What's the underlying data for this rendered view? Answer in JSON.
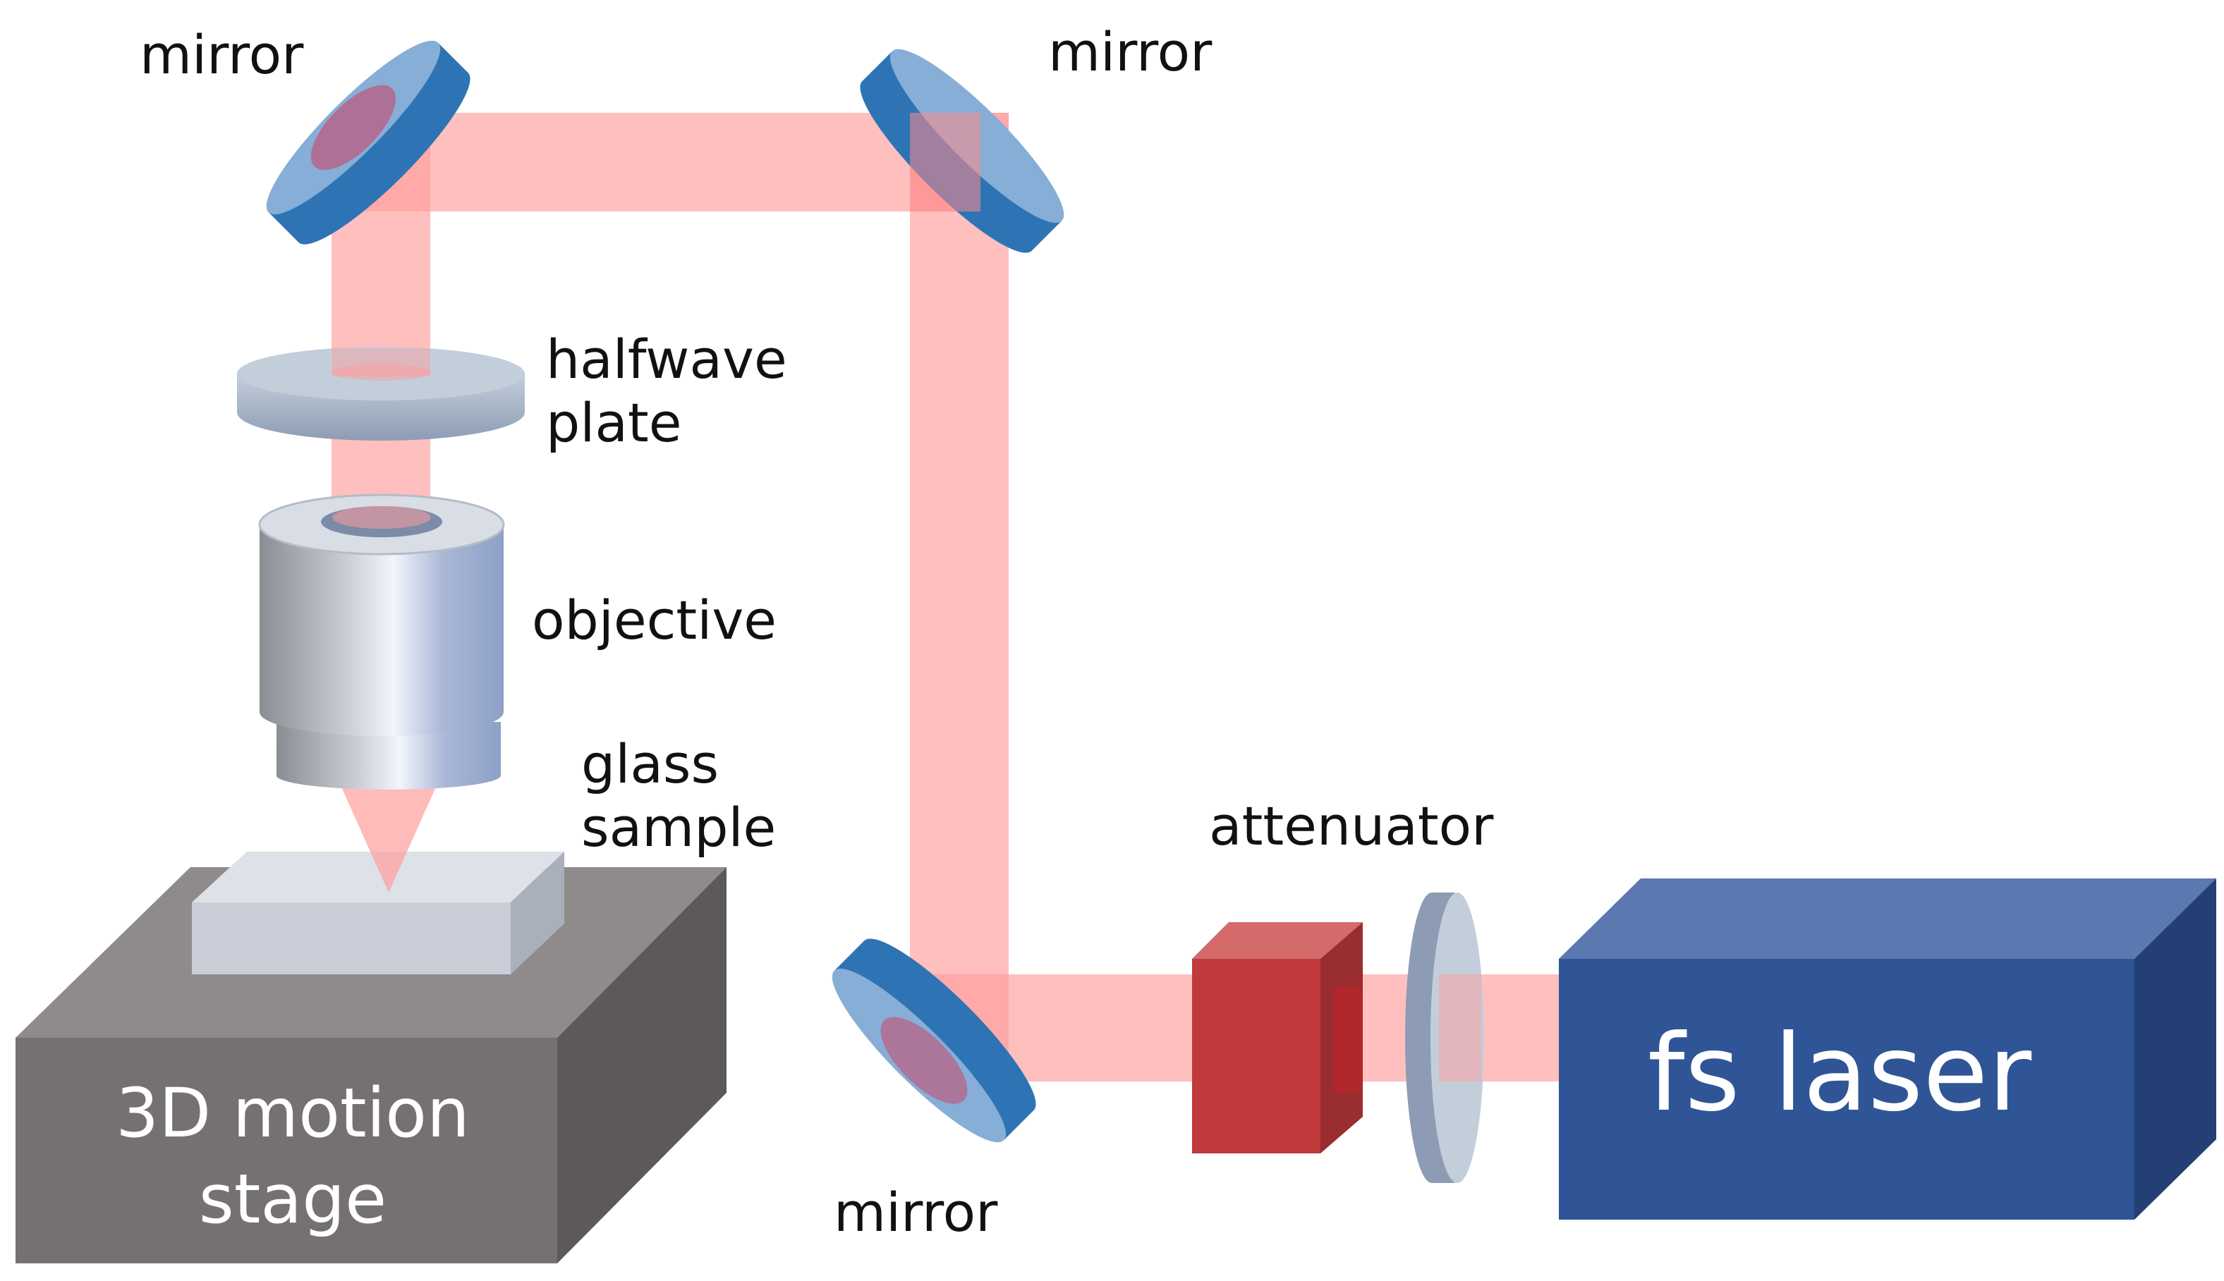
{
  "labels": {
    "mirror_top_left": "mirror",
    "mirror_top_right": "mirror",
    "mirror_bottom": "mirror",
    "halfwave_line1": "halfwave",
    "halfwave_line2": "plate",
    "objective": "objective",
    "glass_line1": "glass",
    "glass_line2": "sample",
    "attenuator": "attenuator",
    "laser": "fs laser",
    "stage_line1": "3D motion",
    "stage_line2": "stage"
  },
  "colors": {
    "beam": "#ff9c9c",
    "mirror_dark": "#2e74b5",
    "mirror_light": "#86aed6",
    "laser_front": "#2f5597",
    "laser_top": "#5b79b0",
    "laser_side": "#243f75",
    "attenuator_front": "#c0393b",
    "attenuator_top": "#d46a6a",
    "attenuator_side": "#992d2f",
    "stage_front": "#767171",
    "stage_top": "#8f8b8a",
    "stage_side": "#5d5958",
    "plate": "#a6b4c8",
    "glass": "#c9ced8"
  }
}
